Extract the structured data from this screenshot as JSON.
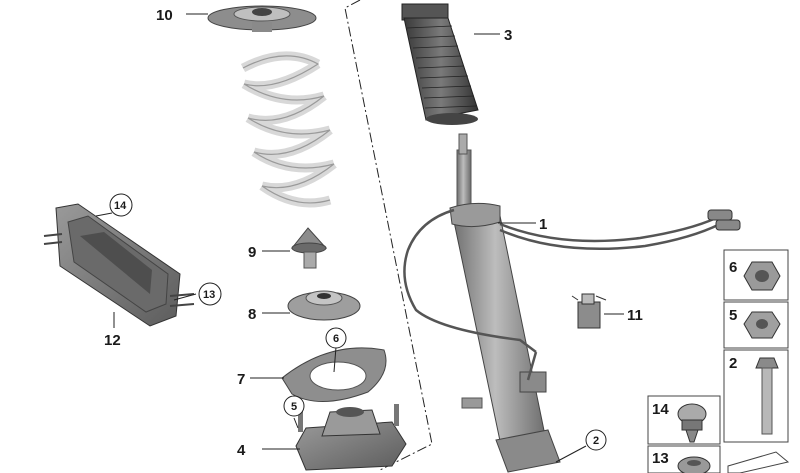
{
  "callouts": {
    "c1": "1",
    "c2": "2",
    "c3": "3",
    "c4": "4",
    "c5": "5",
    "c6": "6",
    "c7": "7",
    "c8": "8",
    "c9": "9",
    "c10": "10",
    "c11": "11",
    "c12": "12",
    "c13": "13",
    "c14": "14"
  },
  "legend": {
    "k6": "6",
    "k5": "5",
    "k2": "2",
    "k14": "14",
    "k13": "13"
  }
}
